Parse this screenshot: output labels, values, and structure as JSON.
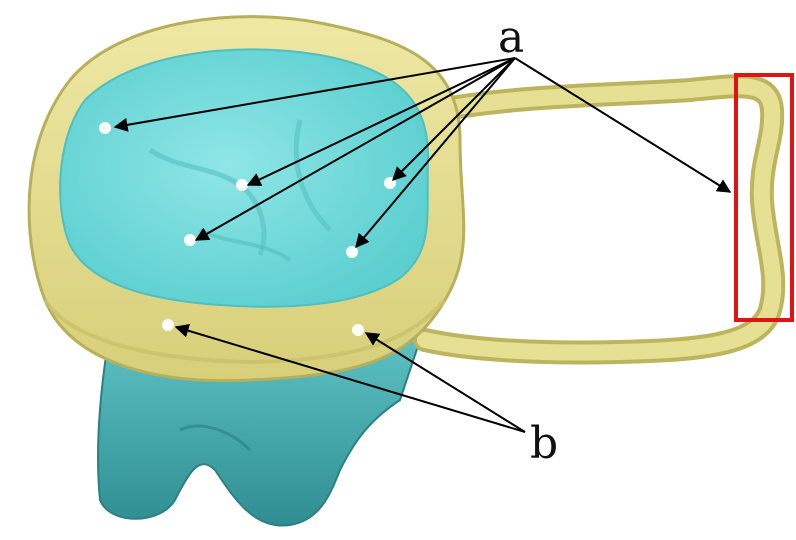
{
  "labels": {
    "a": "a",
    "b": "b"
  },
  "colors": {
    "crown_surface": "#74DCDC",
    "root_surface": "#3FA7A9",
    "band": "#E4DE8C",
    "band_edge": "#BDB45E",
    "arrow": "#000000",
    "highlight_box": "#E01414",
    "marker": "#ffffff"
  },
  "parts": [
    "tooth-crown",
    "tooth-root",
    "orthodontic-band",
    "wire-loop",
    "highlight-box"
  ]
}
